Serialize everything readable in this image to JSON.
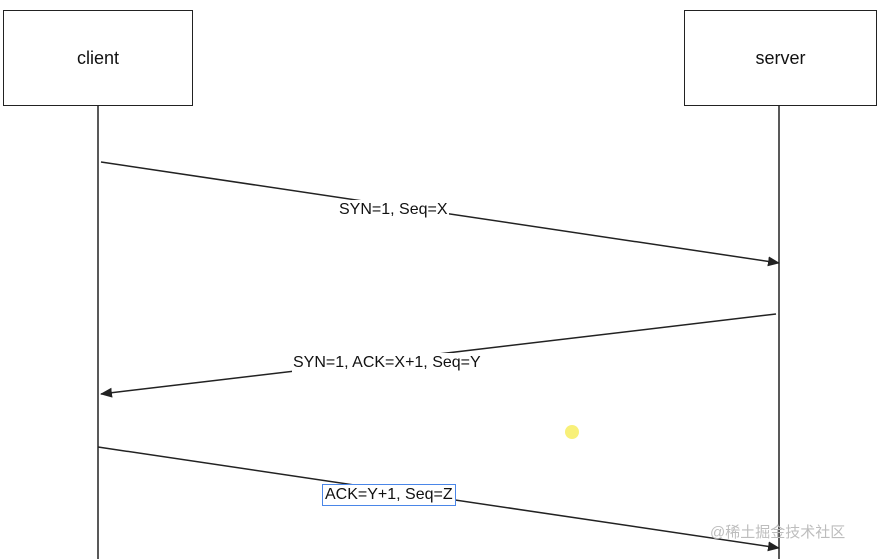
{
  "participants": {
    "client": "client",
    "server": "server"
  },
  "messages": [
    {
      "label": "SYN=1, Seq=X",
      "from": "client",
      "to": "server"
    },
    {
      "label": "SYN=1, ACK=X+1, Seq=Y",
      "from": "server",
      "to": "client"
    },
    {
      "label": "ACK=Y+1, Seq=Z",
      "from": "client",
      "to": "server",
      "selected": true
    }
  ],
  "watermark": "@稀土掘金技术社区",
  "colors": {
    "line": "#222222",
    "selection": "#4a86e8",
    "cursor_highlight": "#f7ee6a"
  }
}
